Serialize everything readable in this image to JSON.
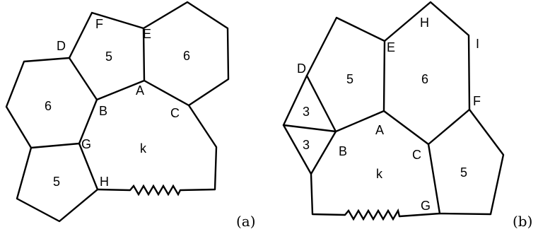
{
  "panels": [
    {
      "id": "a",
      "caption": "(a)",
      "vertex_labels": {
        "D": "D",
        "F": "F",
        "E": "E",
        "A": "A",
        "B": "B",
        "C": "C",
        "G": "G",
        "H": "H"
      },
      "face_labels": {
        "upper_pentagon": "5",
        "upper_hexagon": "6",
        "left_hexagon": "6",
        "lower_pentagon": "5",
        "ring": "k"
      }
    },
    {
      "id": "b",
      "caption": "(b)",
      "vertex_labels": {
        "D": "D",
        "E": "E",
        "H": "H",
        "I": "I",
        "F": "F",
        "A": "A",
        "B": "B",
        "C": "C",
        "G": "G"
      },
      "face_labels": {
        "upper_pentagon": "5",
        "hexagon": "6",
        "upper_triangle": "3",
        "lower_triangle": "3",
        "ring": "k",
        "right_pentagon": "5"
      }
    }
  ]
}
